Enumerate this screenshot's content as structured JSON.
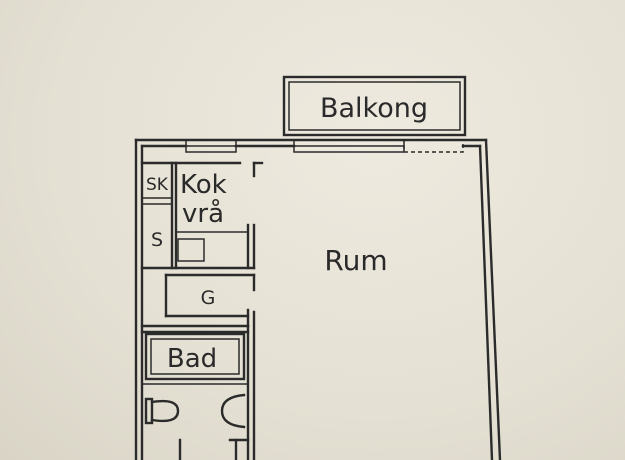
{
  "labels": {
    "balcony": "Balkong",
    "room": "Rum",
    "kitchen_line1": "Kok",
    "kitchen_line2": "vrå",
    "closet_sk": "SK",
    "closet_s": "S",
    "closet_g": "G",
    "bathroom": "Bad"
  },
  "colors": {
    "paper": "#e8e4d8",
    "ink": "#2b2b2b"
  }
}
